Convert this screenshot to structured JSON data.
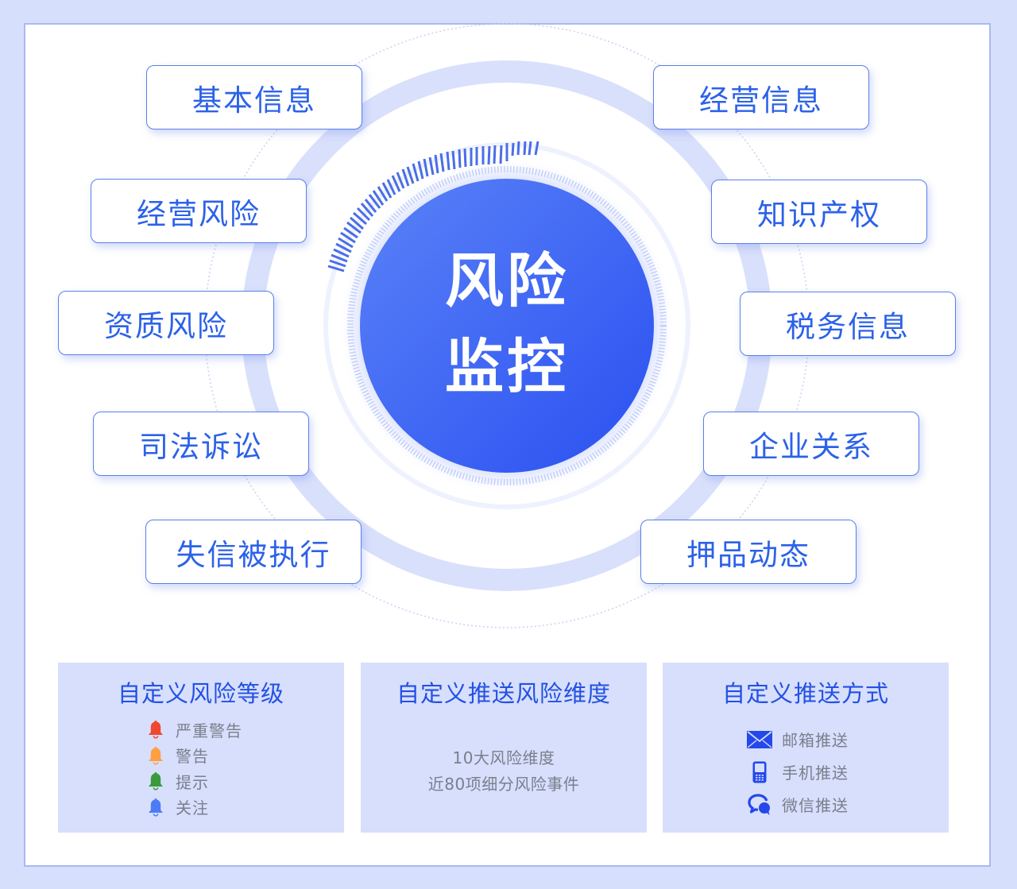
{
  "center": {
    "line1": "风险",
    "line2": "监控",
    "gradient_from": "#4f78f6",
    "gradient_to": "#2d54f2"
  },
  "nodes": {
    "left": [
      {
        "label": "基本信息"
      },
      {
        "label": "经营风险"
      },
      {
        "label": "资质风险"
      },
      {
        "label": "司法诉讼"
      },
      {
        "label": "失信被执行"
      }
    ],
    "right": [
      {
        "label": "经营信息"
      },
      {
        "label": "知识产权"
      },
      {
        "label": "税务信息"
      },
      {
        "label": "企业关系"
      },
      {
        "label": "押品动态"
      }
    ]
  },
  "cards": {
    "risk_level": {
      "title": "自定义风险等级",
      "items": [
        {
          "label": "严重警告",
          "icon": "bell-icon",
          "color": "#f0472f"
        },
        {
          "label": "警告",
          "icon": "bell-icon",
          "color": "#ff9f42"
        },
        {
          "label": "提示",
          "icon": "bell-icon",
          "color": "#3a9a3c"
        },
        {
          "label": "关注",
          "icon": "bell-icon",
          "color": "#4c7cf5"
        }
      ]
    },
    "push_dimension": {
      "title": "自定义推送风险维度",
      "line1": "10大风险维度",
      "line2": "近80项细分风险事件"
    },
    "push_method": {
      "title": "自定义推送方式",
      "items": [
        {
          "label": "邮箱推送",
          "icon": "envelope-icon"
        },
        {
          "label": "手机推送",
          "icon": "mobile-phone-icon"
        },
        {
          "label": "微信推送",
          "icon": "chat-bubbles-icon"
        }
      ],
      "icon_color": "#2448ea"
    }
  },
  "colors": {
    "background": "#d6dffc",
    "panel_border": "#a9b9f2",
    "node_text": "#2c62e8",
    "card_title": "#2350e4",
    "ring": "#d9e0fb"
  }
}
